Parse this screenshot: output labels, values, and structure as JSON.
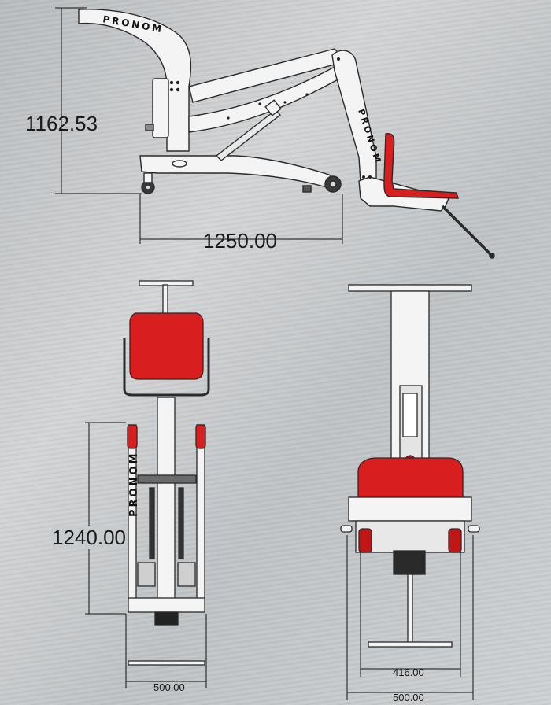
{
  "brand": "PRONOM",
  "dimensions": {
    "side_height": "1162.53",
    "side_length": "1250.00",
    "front_length": "1240.00",
    "front_width": "500.00",
    "back_inner_width": "416.00",
    "back_width": "500.00"
  },
  "colors": {
    "background": "#c4c7c9",
    "frame": "#f4f4f4",
    "outline": "#2a2a2a",
    "seat_red": "#d81e1e",
    "dim_line": "#111111"
  }
}
